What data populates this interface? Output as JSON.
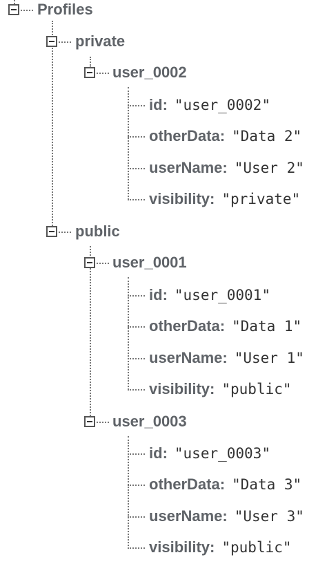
{
  "root": {
    "label": "Profiles",
    "children": [
      {
        "label": "private",
        "children": [
          {
            "label": "user_0002",
            "fields": [
              {
                "key": "id",
                "value": "\"user_0002\""
              },
              {
                "key": "otherData",
                "value": "\"Data 2\""
              },
              {
                "key": "userName",
                "value": "\"User 2\""
              },
              {
                "key": "visibility",
                "value": "\"private\""
              }
            ]
          }
        ]
      },
      {
        "label": "public",
        "children": [
          {
            "label": "user_0001",
            "fields": [
              {
                "key": "id",
                "value": "\"user_0001\""
              },
              {
                "key": "otherData",
                "value": "\"Data 1\""
              },
              {
                "key": "userName",
                "value": "\"User 1\""
              },
              {
                "key": "visibility",
                "value": "\"public\""
              }
            ]
          },
          {
            "label": "user_0003",
            "fields": [
              {
                "key": "id",
                "value": "\"user_0003\""
              },
              {
                "key": "otherData",
                "value": "\"Data 3\""
              },
              {
                "key": "userName",
                "value": "\"User 3\""
              },
              {
                "key": "visibility",
                "value": "\"public\""
              }
            ]
          }
        ]
      }
    ]
  },
  "separator": ":"
}
